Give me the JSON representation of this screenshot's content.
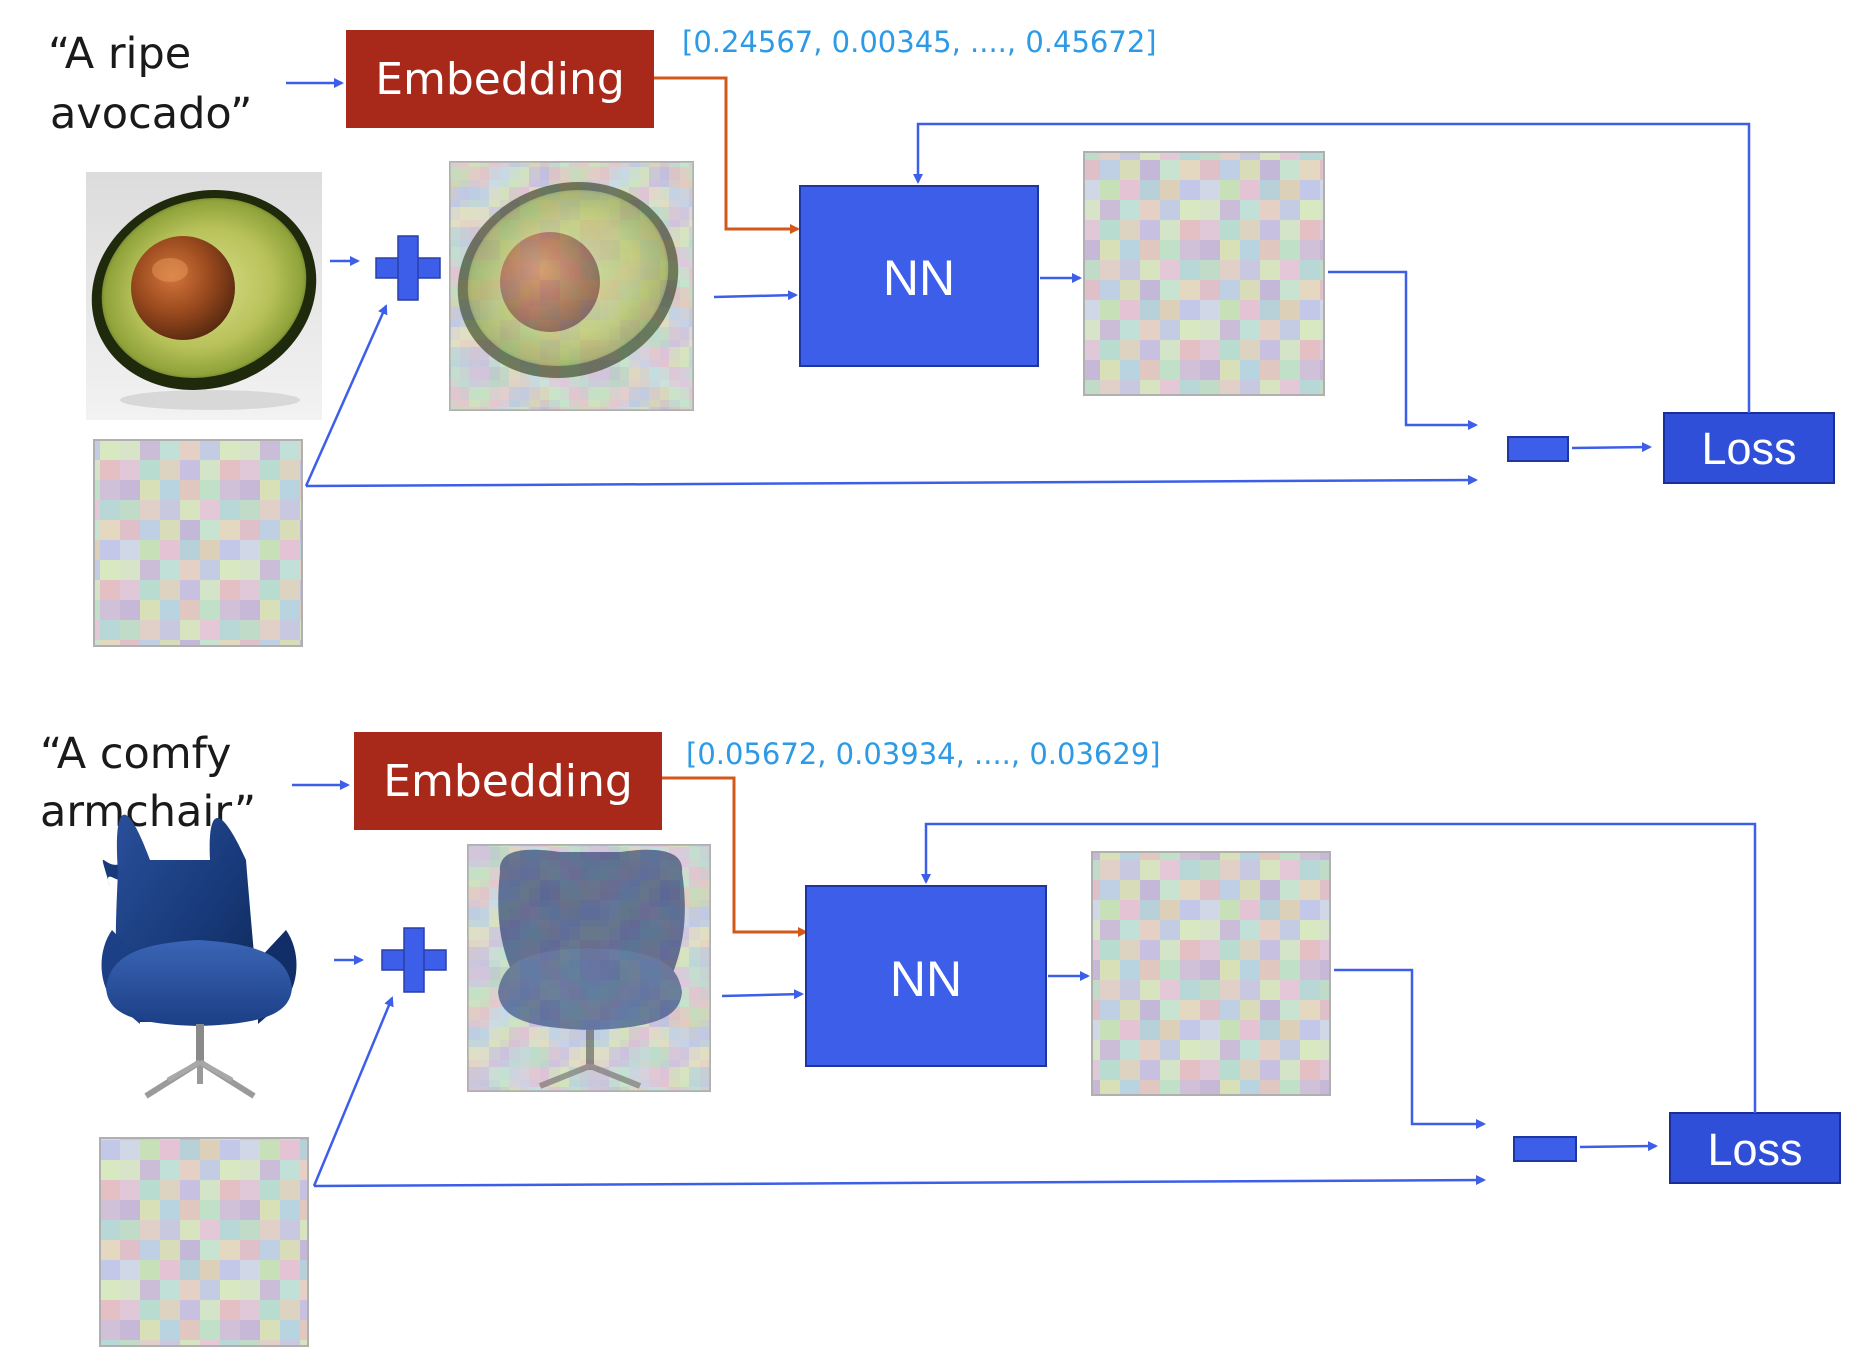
{
  "colors": {
    "embedding_box": "#a8291a",
    "nn_box": "#3d5ee8",
    "loss_box": "#2f4fd8",
    "arrow_blue": "#3d5ee8",
    "arrow_orange": "#d2591a",
    "vector_text": "#2e9ae6"
  },
  "rows": [
    {
      "id": "avocado",
      "prompt_line1": "“A ripe",
      "prompt_line2": "avocado”",
      "embedding_label": "Embedding",
      "vector_text": "[0.24567, 0.00345, ...., 0.45672]",
      "nn_label": "NN",
      "loss_label": "Loss",
      "clean_image": "avocado-half-photo",
      "noisy_image": "noisy-avocado-photo",
      "noise_image": "gaussian-noise-patch",
      "predicted_noise_image": "predicted-noise-patch"
    },
    {
      "id": "armchair",
      "prompt_line1": "“A comfy",
      "prompt_line2": "armchair”",
      "embedding_label": "Embedding",
      "vector_text": "[0.05672, 0.03934, ...., 0.03629]",
      "nn_label": "NN",
      "loss_label": "Loss",
      "clean_image": "egg-armchair-photo",
      "noisy_image": "noisy-armchair-photo",
      "noise_image": "gaussian-noise-patch",
      "predicted_noise_image": "predicted-noise-patch"
    }
  ]
}
